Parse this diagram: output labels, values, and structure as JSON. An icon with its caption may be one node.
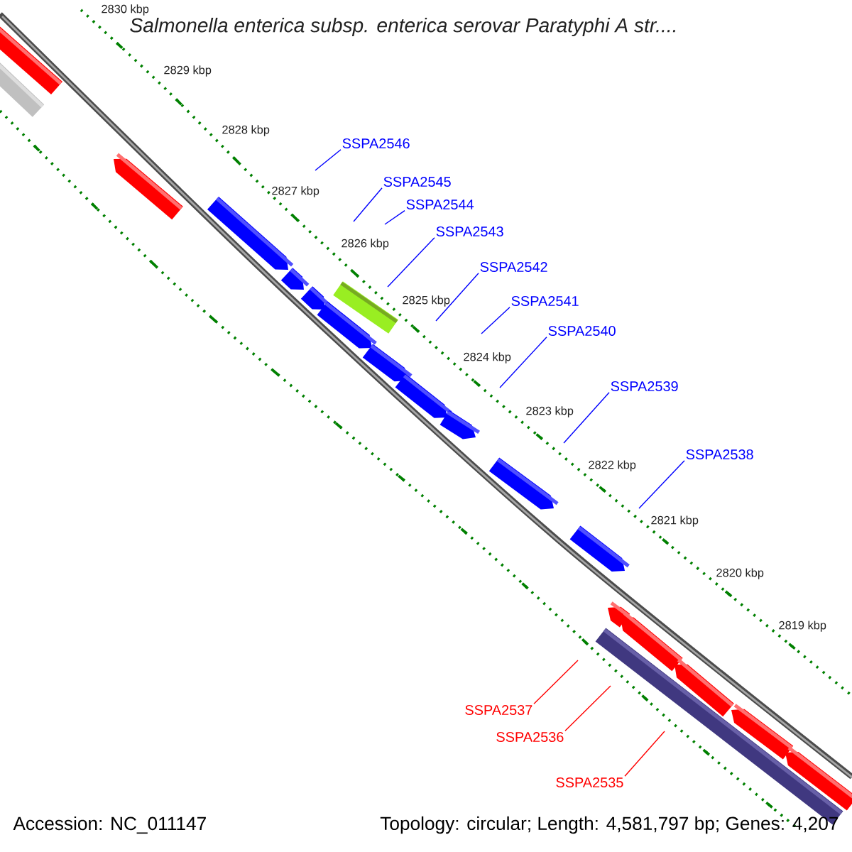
{
  "diagram": {
    "title": "Salmonella enterica subsp. enterica serovar Paratyphi A str....",
    "nodes": [
      {
        "text": [
          "SSPA2546"
        ]
      },
      {
        "text": [
          "SSPA2545"
        ]
      },
      {
        "text": [
          "SSPA2544"
        ]
      },
      {
        "text": [
          "SSPA2543"
        ]
      },
      {
        "text": [
          "SSPA2542"
        ]
      },
      {
        "text": [
          "SSPA2541"
        ]
      },
      {
        "text": [
          "SSPA2540"
        ]
      },
      {
        "text": [
          "SSPA2539"
        ]
      },
      {
        "text": [
          "SSPA2538"
        ]
      },
      {
        "text": [
          "SSPA2537"
        ]
      },
      {
        "text": [
          "SSPA2536"
        ]
      },
      {
        "text": [
          "SSPA2535"
        ]
      }
    ],
    "edges": [
      {
        "from": 0,
        "to": null,
        "arrow": "none"
      },
      {
        "from": 1,
        "to": null,
        "arrow": "none"
      },
      {
        "from": 2,
        "to": null,
        "arrow": "none"
      },
      {
        "from": 3,
        "to": null,
        "arrow": "none"
      },
      {
        "from": 4,
        "to": null,
        "arrow": "none"
      },
      {
        "from": 5,
        "to": null,
        "arrow": "none"
      },
      {
        "from": 6,
        "to": null,
        "arrow": "none"
      },
      {
        "from": 7,
        "to": null,
        "arrow": "none"
      },
      {
        "from": 8,
        "to": null,
        "arrow": "none"
      },
      {
        "from": 9,
        "to": null,
        "arrow": "none",
        "color": "#ff0000"
      },
      {
        "from": 10,
        "to": null,
        "arrow": "none",
        "color": "#ff0000"
      },
      {
        "from": 11,
        "to": null,
        "arrow": "none",
        "color": "#ff0000"
      }
    ],
    "labels": [
      "2830 kbp",
      "2829 kbp",
      "2828 kbp",
      "2827 kbp",
      "2826 kbp",
      "2825 kbp",
      "2824 kbp",
      "2823 kbp",
      "2822 kbp",
      "2821 kbp",
      "2820 kbp",
      "2819 kbp",
      "Accession: NC_011147",
      "Topology: circular; Length: 4,581,797 bp; Genes: 4,207"
    ]
  }
}
